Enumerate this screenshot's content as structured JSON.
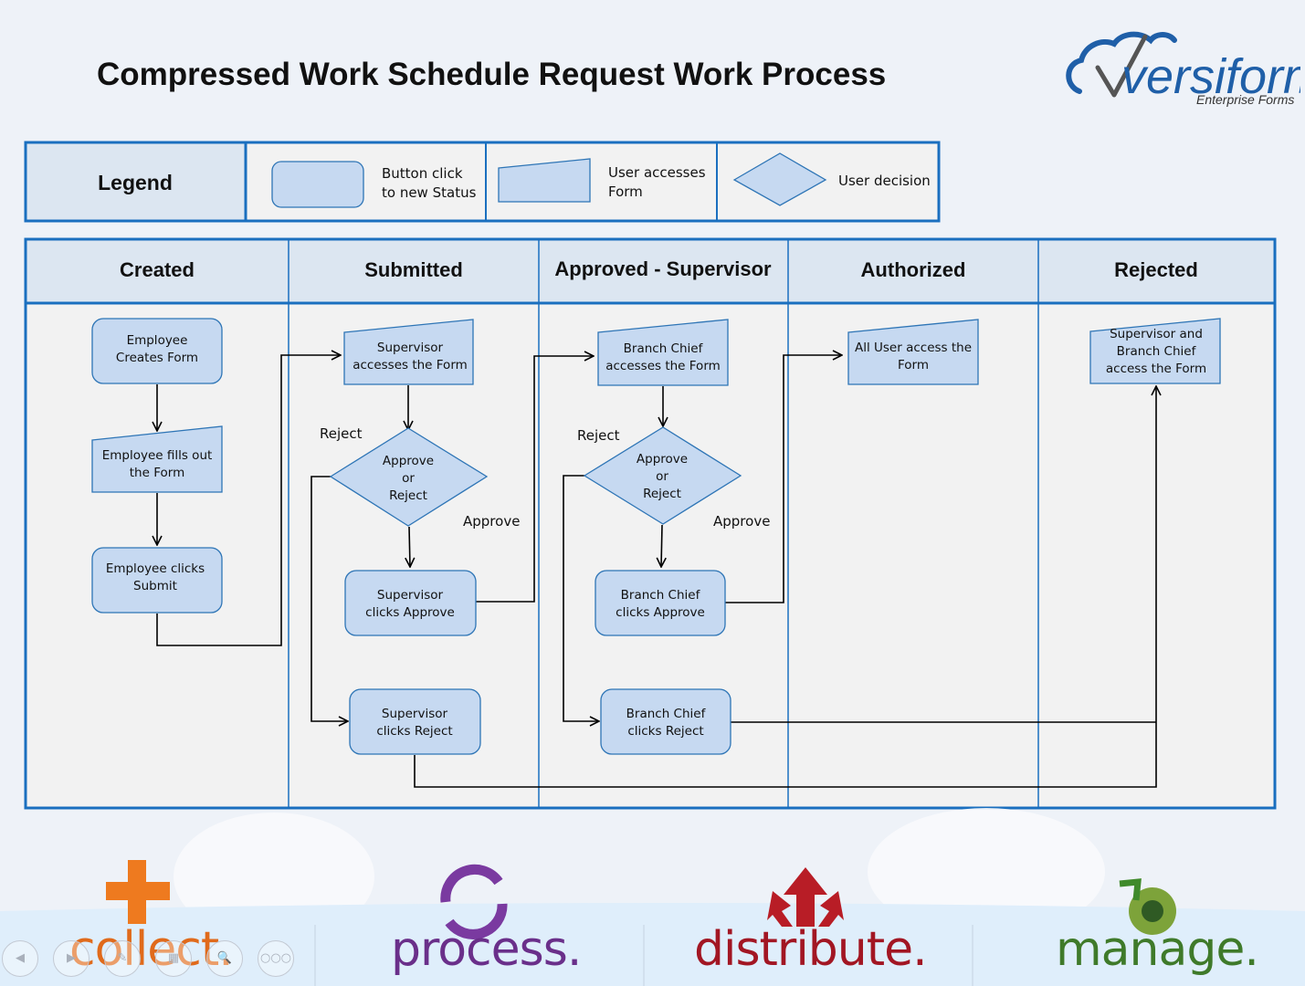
{
  "title": "Compressed Work Schedule Request Work Process",
  "logo": {
    "text": "versiform",
    "tagline": "Enterprise Forms"
  },
  "legend": {
    "title": "Legend",
    "items": [
      {
        "shape": "rounded-rect",
        "label": [
          "Button click",
          "to new Status"
        ]
      },
      {
        "shape": "parallelogram",
        "label": [
          "User accesses",
          "Form"
        ]
      },
      {
        "shape": "diamond",
        "label": [
          "User decision"
        ]
      }
    ]
  },
  "lanes": [
    "Created",
    "Submitted",
    "Approved - Supervisor",
    "Authorized",
    "Rejected"
  ],
  "nodes": [
    {
      "id": "n1",
      "shape": "rounded-rect",
      "label": [
        "Employee",
        "Creates Form"
      ]
    },
    {
      "id": "n2",
      "shape": "parallelogram",
      "label": [
        "Employee fills out",
        "the Form"
      ]
    },
    {
      "id": "n3",
      "shape": "rounded-rect",
      "label": [
        "Employee clicks",
        "Submit"
      ]
    },
    {
      "id": "n4",
      "shape": "parallelogram",
      "label": [
        "Supervisor",
        "accesses the Form"
      ]
    },
    {
      "id": "n5",
      "shape": "diamond",
      "label": [
        "Approve",
        "or",
        "Reject"
      ]
    },
    {
      "id": "n6",
      "shape": "rounded-rect",
      "label": [
        "Supervisor",
        "clicks Approve"
      ]
    },
    {
      "id": "n7",
      "shape": "rounded-rect",
      "label": [
        "Supervisor",
        "clicks Reject"
      ]
    },
    {
      "id": "n8",
      "shape": "parallelogram",
      "label": [
        "Branch Chief",
        "accesses the Form"
      ]
    },
    {
      "id": "n9",
      "shape": "diamond",
      "label": [
        "Approve",
        "or",
        "Reject"
      ]
    },
    {
      "id": "n10",
      "shape": "rounded-rect",
      "label": [
        "Branch Chief",
        "clicks Approve"
      ]
    },
    {
      "id": "n11",
      "shape": "rounded-rect",
      "label": [
        "Branch Chief",
        "clicks Reject"
      ]
    },
    {
      "id": "n12",
      "shape": "parallelogram",
      "label": [
        "All User access the",
        "Form"
      ]
    },
    {
      "id": "n13",
      "shape": "parallelogram",
      "label": [
        "Supervisor and",
        "Branch Chief",
        "access the Form"
      ]
    }
  ],
  "edges": [
    {
      "from": "n1",
      "to": "n2",
      "label": ""
    },
    {
      "from": "n2",
      "to": "n3",
      "label": ""
    },
    {
      "from": "n3",
      "to": "n4",
      "label": ""
    },
    {
      "from": "n4",
      "to": "n5",
      "label": ""
    },
    {
      "from": "n5",
      "to": "n6",
      "label": "Approve"
    },
    {
      "from": "n5",
      "to": "n7",
      "label": "Reject"
    },
    {
      "from": "n6",
      "to": "n8",
      "label": ""
    },
    {
      "from": "n8",
      "to": "n9",
      "label": ""
    },
    {
      "from": "n9",
      "to": "n10",
      "label": "Approve"
    },
    {
      "from": "n9",
      "to": "n11",
      "label": "Reject"
    },
    {
      "from": "n10",
      "to": "n12",
      "label": ""
    },
    {
      "from": "n11",
      "to": "n13",
      "label": ""
    },
    {
      "from": "n7",
      "to": "n13",
      "label": ""
    }
  ],
  "footer": {
    "words": [
      {
        "text": "collect.",
        "color": "#e06a1b"
      },
      {
        "text": "process.",
        "color": "#6a2f8a"
      },
      {
        "text": "distribute.",
        "color": "#a21623"
      },
      {
        "text": "manage.",
        "color": "#3f7a2a"
      }
    ],
    "controls": [
      "◀",
      "▶",
      "✎",
      "▦",
      "🔍",
      "○○○"
    ]
  },
  "colors": {
    "lane_border": "#1a6fbf",
    "shape_fill": "#c6d9f1",
    "shape_stroke": "#2e75b6",
    "header_fill": "#dce6f1",
    "body_fill": "#f2f2f2"
  }
}
